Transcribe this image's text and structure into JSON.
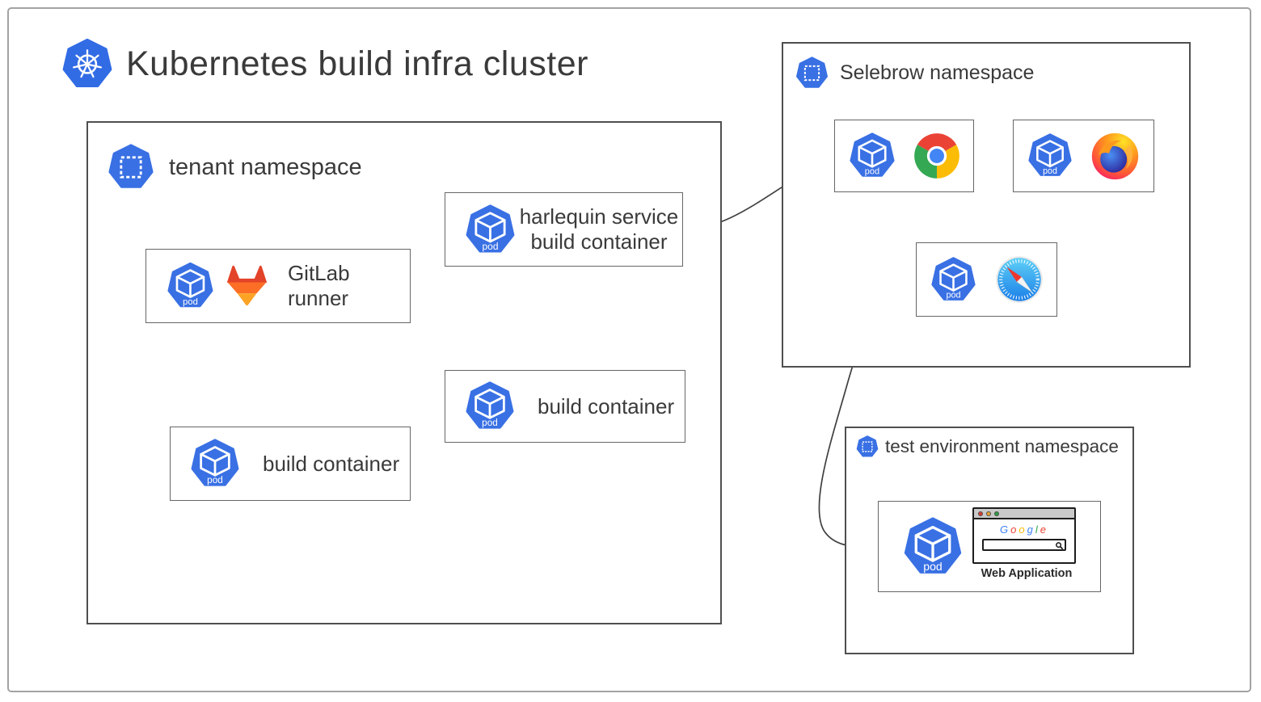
{
  "title": "Kubernetes build infra cluster",
  "pod_icon_label": "pod",
  "tenant_namespace": {
    "label": "tenant namespace",
    "harlequin_pod": {
      "line1": "harlequin service",
      "line2": "build container"
    },
    "gitlab_pod": {
      "label": "GitLab runner"
    },
    "build_pod_right": {
      "label": "build container"
    },
    "build_pod_left": {
      "label": "build container"
    }
  },
  "selebrow_namespace": {
    "label": "Selebrow namespace",
    "browser_pods": [
      "chrome",
      "firefox",
      "safari"
    ]
  },
  "test_environment_namespace": {
    "label": "test environment namespace",
    "web_app_pod": {
      "label": "Web Application",
      "google_letters": [
        {
          "char": "G",
          "color": "#4285F4"
        },
        {
          "char": "o",
          "color": "#EA4335"
        },
        {
          "char": "o",
          "color": "#FBBC05"
        },
        {
          "char": "g",
          "color": "#4285F4"
        },
        {
          "char": "l",
          "color": "#34A853"
        },
        {
          "char": "e",
          "color": "#EA4335"
        }
      ]
    }
  },
  "connections": [
    "harlequin service build container -> chrome browser pod",
    "chrome browser pod -> web application pod"
  ],
  "colors": {
    "kubernetes_blue": "#326CE5",
    "pod_blue": "#3970E4",
    "chrome": {
      "red": "#EA4335",
      "yellow": "#FBBC05",
      "green": "#34A853",
      "blue": "#4285F4"
    },
    "gitlab": {
      "dark": "#E24329",
      "mid": "#FC6D26",
      "light": "#FCA326"
    }
  }
}
